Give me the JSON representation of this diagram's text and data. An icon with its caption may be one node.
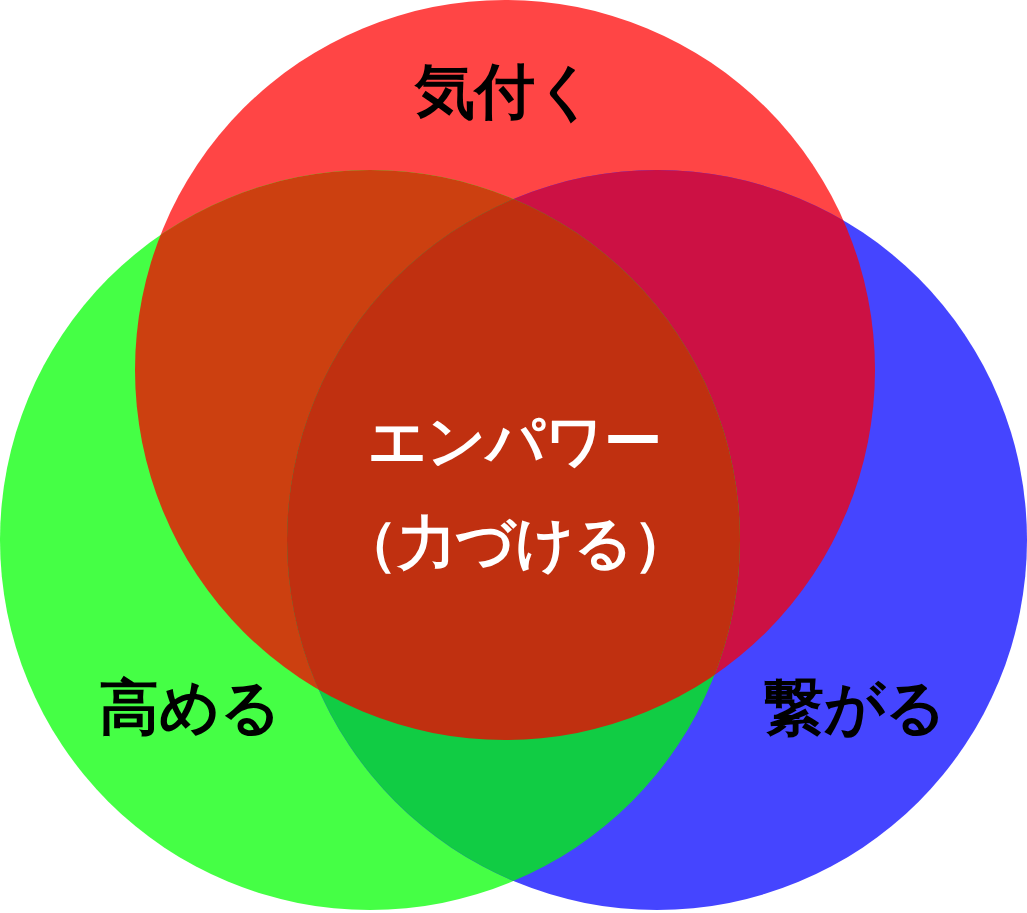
{
  "diagram": {
    "nodes": [
      {
        "text": [
          "気付く"
        ]
      },
      {
        "text": [
          "高める"
        ]
      },
      {
        "text": [
          "繋がる"
        ]
      }
    ],
    "labels": [
      "エンパワー（力づける）"
    ]
  }
}
